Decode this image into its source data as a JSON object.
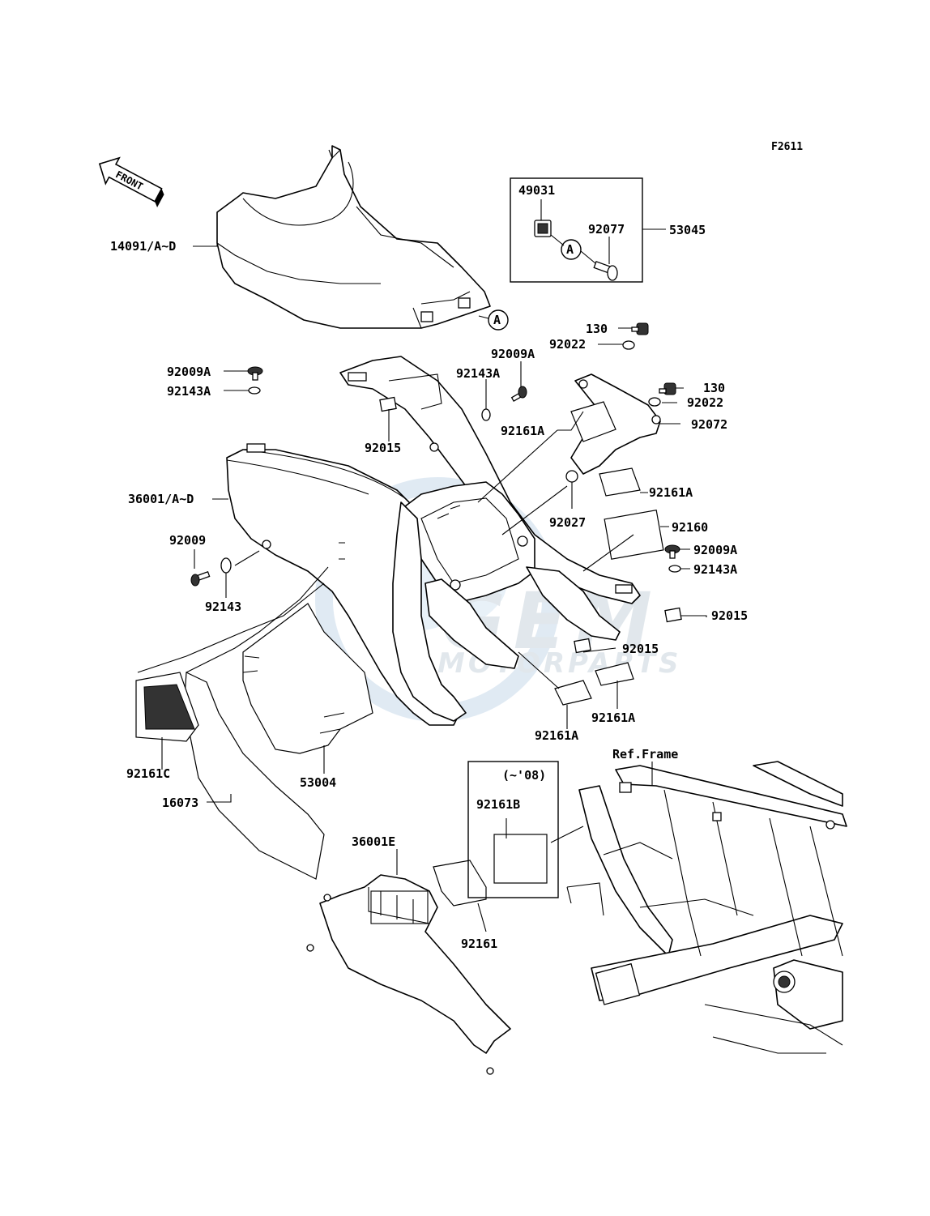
{
  "figure_id": "F2611",
  "front_label": "FRONT",
  "watermark": {
    "brand": "GEM",
    "sub": "MOTORPARTS"
  },
  "ref_frame_label": "Ref.Frame",
  "callout_letter": "A",
  "inset_box": {
    "note": "(~'08)",
    "part": "92161B"
  },
  "parts": {
    "p49031": "49031",
    "p92077": "92077",
    "p53045": "53045",
    "p14091": "14091/A~D",
    "p130a": "130",
    "p92022a": "92022",
    "p92009A_top": "92009A",
    "p92009A_left": "92009A",
    "p92143A_left": "92143A",
    "p92143A_mid": "92143A",
    "p130b": "130",
    "p92022b": "92022",
    "p92072": "92072",
    "p92161A_a": "92161A",
    "p92015_a": "92015",
    "p36001": "36001/A~D",
    "p92161A_b": "92161A",
    "p92027": "92027",
    "p92160": "92160",
    "p92009": "92009",
    "p92009A_right": "92009A",
    "p92143A_right": "92143A",
    "p92143": "92143",
    "p92015_b": "92015",
    "p92015_c": "92015",
    "p92161A_c": "92161A",
    "p92161A_d": "92161A",
    "p92161C": "92161C",
    "p53004": "53004",
    "p16073": "16073",
    "p36001E": "36001E",
    "p92161": "92161"
  }
}
